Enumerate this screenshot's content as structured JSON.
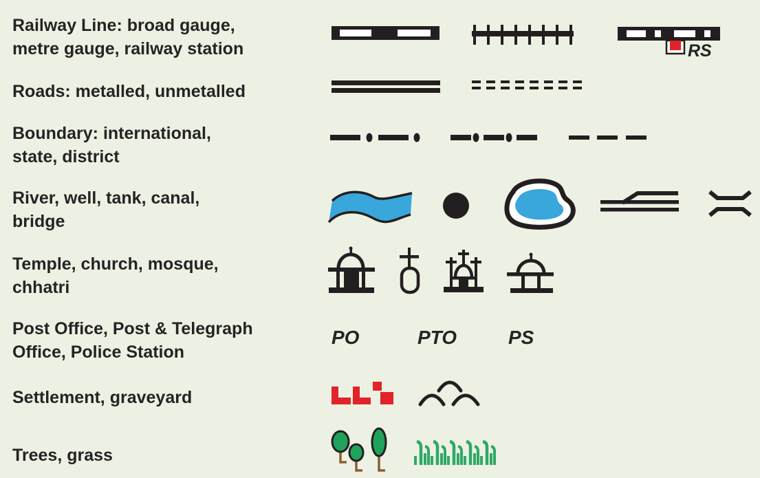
{
  "colors": {
    "background": "#EDF1E3",
    "ink": "#231F20",
    "text": "#242424",
    "water": "#39A7DB",
    "red": "#E1232A",
    "tree": "#1FA35A",
    "grass": "#2EA966",
    "trunk": "#8B5E34"
  },
  "rows": [
    {
      "label": "Railway Line: broad gauge,\nmetre gauge, railway station",
      "symbols": [
        "broad-gauge-railway",
        "metre-gauge-railway",
        "railway-station"
      ],
      "station_label": "RS"
    },
    {
      "label": "Roads: metalled, unmetalled",
      "symbols": [
        "metalled-road",
        "unmetalled-road"
      ]
    },
    {
      "label": "Boundary: international,\nstate, district",
      "symbols": [
        "international-boundary",
        "state-boundary",
        "district-boundary"
      ]
    },
    {
      "label": "River, well, tank, canal,\nbridge",
      "symbols": [
        "river",
        "well",
        "tank",
        "canal",
        "bridge"
      ]
    },
    {
      "label": "Temple, church, mosque,\nchhatri",
      "symbols": [
        "temple",
        "church",
        "mosque",
        "chhatri"
      ]
    },
    {
      "label": "Post Office, Post & Telegraph\nOffice, Police Station",
      "marks": [
        "PO",
        "PTO",
        "PS"
      ]
    },
    {
      "label": "Settlement, graveyard",
      "symbols": [
        "settlement",
        "graveyard"
      ]
    },
    {
      "label": "Trees, grass",
      "symbols": [
        "trees",
        "grass"
      ]
    }
  ]
}
